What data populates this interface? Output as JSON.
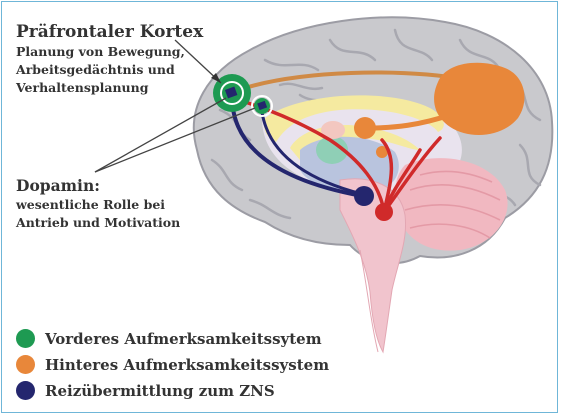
{
  "prefrontal": {
    "title": "Präfrontaler Kortex",
    "lines": [
      "Planung von Bewegung,",
      "Arbeitsgedächtnis und",
      "Verhaltensplanung"
    ]
  },
  "dopamine": {
    "title": "Dopamin:",
    "lines": [
      "wesentliche Rolle bei",
      "Antrieb und Motivation"
    ]
  },
  "legend": [
    {
      "label": "Vorderes Aufmerksamkeitssytem",
      "color": "#1e9a52"
    },
    {
      "label": "Hinteres Aufmerksamkeitssystem",
      "color": "#e8873a"
    },
    {
      "label": "Reizübermittlung zum ZNS",
      "color": "#24266e"
    }
  ],
  "colors": {
    "frame": "#6fb6d8",
    "cortex": "#c8c8cc",
    "cerebellum": "#f2b9c0",
    "brainstem": "#f0c3cc",
    "pathway_orange": "#d08a45",
    "pathway_red": "#d02a2a",
    "pathway_navy": "#24266e"
  }
}
